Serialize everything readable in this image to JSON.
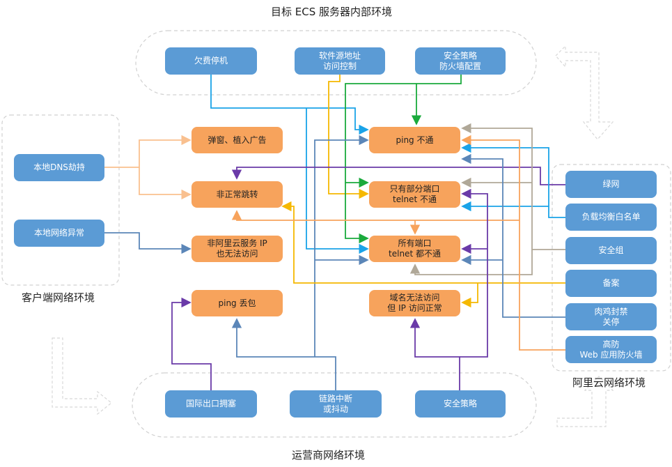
{
  "titles": {
    "ecs": "目标 ECS 服务器内部环境",
    "client": "客户端网络环境",
    "aliyun": "阿里云网络环境",
    "isp": "运营商网络环境"
  },
  "ecs_causes": {
    "arrears": "欠费停机",
    "software_source": [
      "软件源地址",
      "访问控制"
    ],
    "security_policy_fw": [
      "安全策略",
      "防火墙配置"
    ]
  },
  "client_causes": {
    "dns_hijack": "本地DNS劫持",
    "network_error": "本地网络异常"
  },
  "aliyun_causes": {
    "green_net": "绿网",
    "slb_whitelist": "负载均衡白名单",
    "security_group": "安全组",
    "filing": "备案",
    "zombie_ban": [
      "肉鸡封禁",
      "关停"
    ],
    "ddos_waf": [
      "高防",
      "Web 应用防火墙"
    ]
  },
  "isp_causes": {
    "intl_congestion": "国际出口拥塞",
    "link_interrupt": [
      "链路中断",
      "或抖动"
    ],
    "isp_policy": "安全策略"
  },
  "symptoms": {
    "popup_ads": "弹窗、植入广告",
    "abnormal_redirect": "非正常跳转",
    "non_aliyun_ip": [
      "非阿里云服务 IP",
      "也无法访问"
    ],
    "ping_loss": "ping 丢包",
    "ping_fail": "ping 不通",
    "some_ports": [
      "只有部分端口",
      "telnet 不通"
    ],
    "all_ports": [
      "所有端口",
      "telnet 都不通"
    ],
    "domain_fail": [
      "域名无法访问",
      "但 IP 访问正常"
    ]
  },
  "colors": {
    "cause_box": "#5b9bd5",
    "symptom_box": "#f7a35c",
    "blue_line": "#1aa3e8",
    "orange_line": "#f7a35c",
    "light_orange_line": "#f9c08f",
    "yellow_line": "#f5b800",
    "green_line": "#1aaa3c",
    "purple_line": "#6a3aa8",
    "gray_line": "#b0a898",
    "steel_line": "#5b86b8",
    "group_border": "#d0d0d0"
  }
}
